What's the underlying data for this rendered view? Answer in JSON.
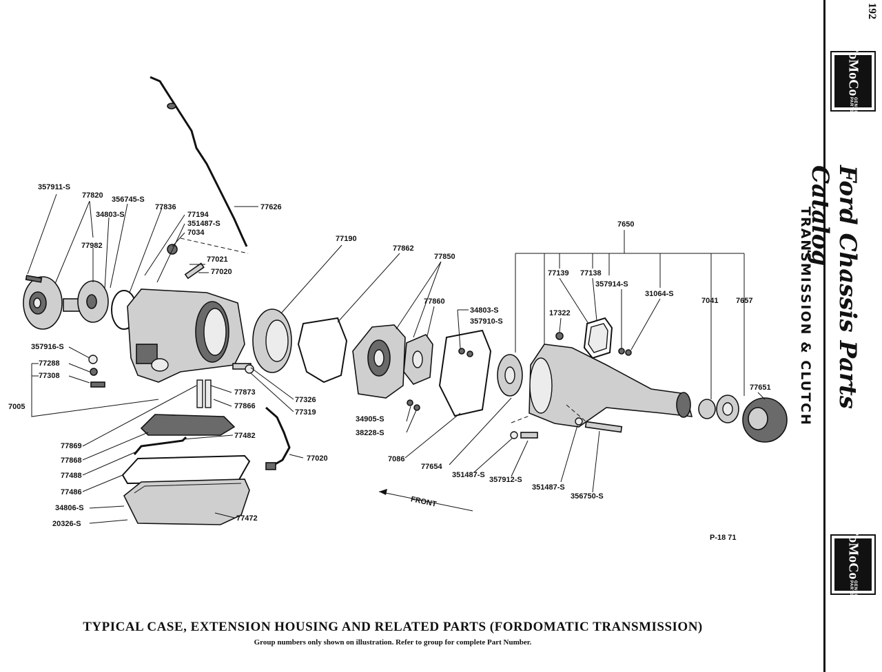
{
  "page_number": "192",
  "header": {
    "brand_mark": "FoMoCo",
    "brand_tagline": "GENUINE PARTS",
    "catalog_title": "Ford Chassis Parts Catalog",
    "section_title": "TRANSMISSION & CLUTCH"
  },
  "diagram": {
    "figure_code": "P-18 71",
    "front_label": "FRONT",
    "callouts": {
      "c357911S": "357911-S",
      "c77820": "77820",
      "c356745S": "356745-S",
      "c34803S_a": "34803-S",
      "c77836": "77836",
      "c77194": "77194",
      "c351487S_a": "351487-S",
      "c7034": "7034",
      "c77626": "77626",
      "c77982": "77982",
      "c77021": "77021",
      "c77020_a": "77020",
      "c357916S": "357916-S",
      "c77288": "77288",
      "c77308": "77308",
      "c7005": "7005",
      "c77873": "77873",
      "c77866": "77866",
      "c77869": "77869",
      "c77868": "77868",
      "c77488": "77488",
      "c77486": "77486",
      "c34806S": "34806-S",
      "c20326S": "20326-S",
      "c77482": "77482",
      "c77472": "77472",
      "c77020_b": "77020",
      "c77326": "77326",
      "c77319": "77319",
      "c77190": "77190",
      "c77862": "77862",
      "c77850": "77850",
      "c77860": "77860",
      "c34803S_b": "34803-S",
      "c357910S": "357910-S",
      "c34905S": "34905-S",
      "c38228S": "38228-S",
      "c7086": "7086",
      "c77654": "77654",
      "c351487S_b": "351487-S",
      "c357912S": "357912-S",
      "c351487S_c": "351487-S",
      "c356750S": "356750-S",
      "c7650": "7650",
      "c77139": "77139",
      "c77138": "77138",
      "c357914S": "357914-S",
      "c31064S": "31064-S",
      "c7041": "7041",
      "c7657": "7657",
      "c17322": "17322",
      "c77651": "77651"
    }
  },
  "caption": {
    "title": "TYPICAL CASE, EXTENSION HOUSING AND RELATED PARTS (FORDOMATIC TRANSMISSION)",
    "subtitle": "Group numbers only shown on illustration.  Refer to group for complete Part Number."
  }
}
